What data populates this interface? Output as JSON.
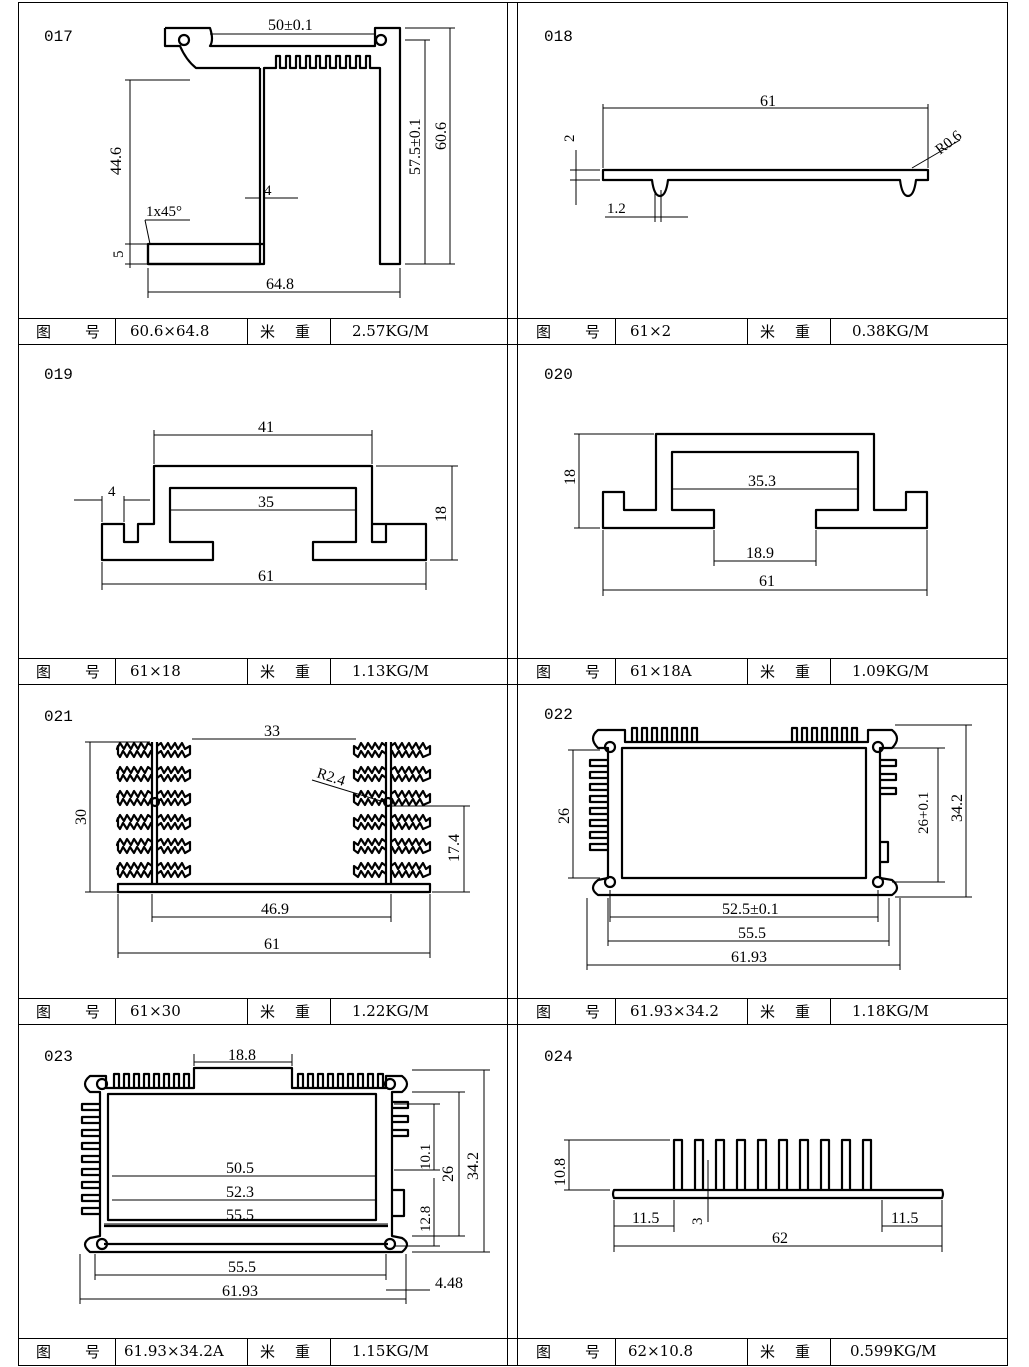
{
  "labels": {
    "figure_no": "图号",
    "unit_weight": "米重"
  },
  "profiles": [
    {
      "id": "017",
      "size": "60.6×64.8",
      "weight": "2.57KG/M",
      "dims": [
        "50±0.1",
        "57.5±0.1",
        "60.6",
        "44.6",
        "4",
        "1x45°",
        "5",
        "64.8"
      ]
    },
    {
      "id": "018",
      "size": "61×2",
      "weight": "0.38KG/M",
      "dims": [
        "61",
        "R0.6",
        "2",
        "1.2"
      ]
    },
    {
      "id": "019",
      "size": "61×18",
      "weight": "1.13KG/M",
      "dims": [
        "41",
        "4",
        "35",
        "18",
        "61"
      ]
    },
    {
      "id": "020",
      "size": "61×18A",
      "weight": "1.09KG/M",
      "dims": [
        "18",
        "35.3",
        "18.9",
        "61"
      ]
    },
    {
      "id": "021",
      "size": "61×30",
      "weight": "1.22KG/M",
      "dims": [
        "33",
        "R2.4",
        "30",
        "17.4",
        "46.9",
        "61"
      ]
    },
    {
      "id": "022",
      "size": "61.93×34.2",
      "weight": "1.18KG/M",
      "dims": [
        "26",
        "26+0.1",
        "34.2",
        "52.5±0.1",
        "55.5",
        "61.93"
      ]
    },
    {
      "id": "023",
      "size": "61.93×34.2A",
      "weight": "1.15KG/M",
      "dims": [
        "18.8",
        "50.5",
        "52.3",
        "55.5",
        "10.1",
        "26",
        "34.2",
        "12.8",
        "55.5",
        "61.93",
        "4.48"
      ]
    },
    {
      "id": "024",
      "size": "62×10.8",
      "weight": "0.599KG/M",
      "dims": [
        "10.8",
        "11.5",
        "3",
        "11.5",
        "62"
      ]
    }
  ]
}
